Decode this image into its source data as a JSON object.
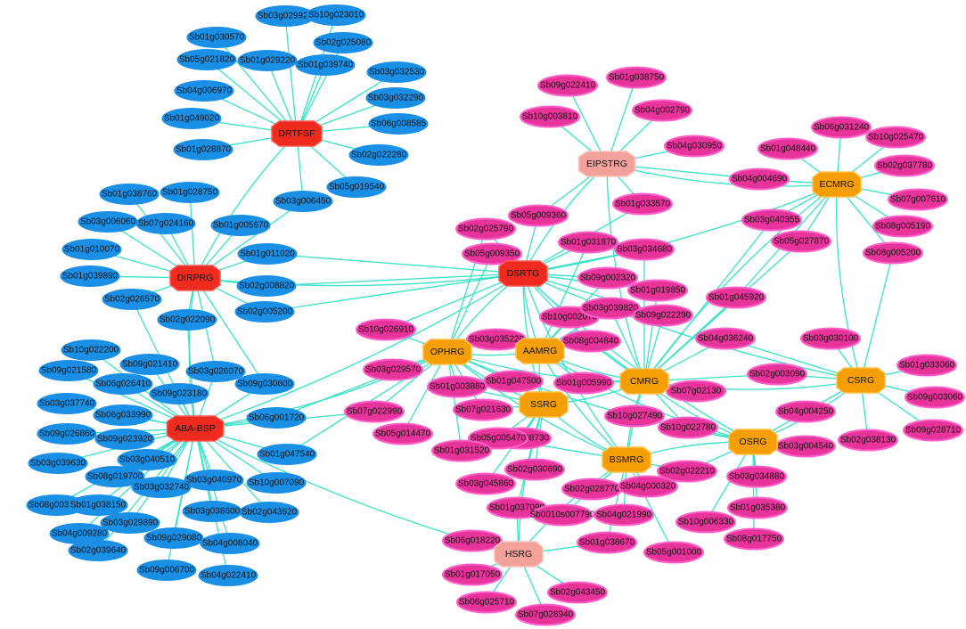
{
  "colors": {
    "edge": "#37e3c8",
    "blue_gene": "#1a8fe6",
    "pink_gene": "#e8349a",
    "red_hub": "#ef2b20",
    "orange_hub": "#f59e06",
    "salmon_hub": "#f4a19b"
  },
  "hubs": [
    {
      "id": "DRTFSF",
      "label": "DRTFSF",
      "color": "red"
    },
    {
      "id": "DIRPRG",
      "label": "DIRPRG",
      "color": "red"
    },
    {
      "id": "ABA-BSP",
      "label": "ABA-BSP",
      "color": "red"
    },
    {
      "id": "DSRTG",
      "label": "DSRTG",
      "color": "red"
    },
    {
      "id": "EIPSTRG",
      "label": "EIPSTRG",
      "color": "salmon"
    },
    {
      "id": "HSRG",
      "label": "HSRG",
      "color": "salmon"
    },
    {
      "id": "ECMRG",
      "label": "ECMRG",
      "color": "orange"
    },
    {
      "id": "OPHRG",
      "label": "OPHRG",
      "color": "orange"
    },
    {
      "id": "AAMRG",
      "label": "AAMRG",
      "color": "orange"
    },
    {
      "id": "CMRG",
      "label": "CMRG",
      "color": "orange"
    },
    {
      "id": "CSRG",
      "label": "CSRG",
      "color": "orange"
    },
    {
      "id": "SSRG",
      "label": "SSRG",
      "color": "orange"
    },
    {
      "id": "OSRG",
      "label": "OSRG",
      "color": "orange"
    },
    {
      "id": "BSMRG",
      "label": "BSMRG",
      "color": "orange"
    }
  ],
  "genes": [
    {
      "label": "Sb03g029920",
      "color": "blue",
      "hubs": [
        "DRTFSF"
      ]
    },
    {
      "label": "Sb10g023010",
      "color": "blue",
      "hubs": [
        "DRTFSF"
      ]
    },
    {
      "label": "Sb01g030570",
      "color": "blue",
      "hubs": [
        "DRTFSF"
      ]
    },
    {
      "label": "Sb02g025080",
      "color": "blue",
      "hubs": [
        "DRTFSF"
      ]
    },
    {
      "label": "Sb05g021820",
      "color": "blue",
      "hubs": [
        "DRTFSF"
      ]
    },
    {
      "label": "Sb01g029220",
      "color": "blue",
      "hubs": [
        "DRTFSF"
      ]
    },
    {
      "label": "Sb01g039740",
      "color": "blue",
      "hubs": [
        "DRTFSF"
      ]
    },
    {
      "label": "Sb03g032530",
      "color": "blue",
      "hubs": [
        "DRTFSF"
      ]
    },
    {
      "label": "Sb04g006970",
      "color": "blue",
      "hubs": [
        "DRTFSF"
      ]
    },
    {
      "label": "Sb03g032290",
      "color": "blue",
      "hubs": [
        "DRTFSF"
      ]
    },
    {
      "label": "Sb01g049020",
      "color": "blue",
      "hubs": [
        "DRTFSF"
      ]
    },
    {
      "label": "Sb06g008585",
      "color": "blue",
      "hubs": [
        "DRTFSF"
      ]
    },
    {
      "label": "Sb01g028870",
      "color": "blue",
      "hubs": [
        "DRTFSF"
      ]
    },
    {
      "label": "Sb02g022280",
      "color": "blue",
      "hubs": [
        "DRTFSF"
      ]
    },
    {
      "label": "Sb05g019540",
      "color": "blue",
      "hubs": [
        "DRTFSF"
      ]
    },
    {
      "label": "Sb03g006450",
      "color": "blue",
      "hubs": [
        "DRTFSF",
        "DIRPRG"
      ]
    },
    {
      "label": "Sb01g038760",
      "color": "blue",
      "hubs": [
        "DIRPRG"
      ]
    },
    {
      "label": "Sb01g028750",
      "color": "blue",
      "hubs": [
        "DIRPRG"
      ]
    },
    {
      "label": "Sb03g006060",
      "color": "blue",
      "hubs": [
        "DIRPRG"
      ]
    },
    {
      "label": "Sb07g024160",
      "color": "blue",
      "hubs": [
        "DIRPRG"
      ]
    },
    {
      "label": "Sb01g005670",
      "color": "blue",
      "hubs": [
        "DIRPRG"
      ]
    },
    {
      "label": "Sb01g010070",
      "color": "blue",
      "hubs": [
        "DIRPRG"
      ]
    },
    {
      "label": "Sb01g011020",
      "color": "blue",
      "hubs": [
        "DIRPRG",
        "DSRTG"
      ]
    },
    {
      "label": "Sb01g039890",
      "color": "blue",
      "hubs": [
        "DIRPRG"
      ]
    },
    {
      "label": "Sb02g008820",
      "color": "blue",
      "hubs": [
        "DIRPRG",
        "DSRTG"
      ]
    },
    {
      "label": "Sb02g026570",
      "color": "blue",
      "hubs": [
        "DIRPRG",
        "ABA-BSP"
      ]
    },
    {
      "label": "Sb02g005200",
      "color": "blue",
      "hubs": [
        "DIRPRG",
        "DSRTG"
      ]
    },
    {
      "label": "Sb02g022090",
      "color": "blue",
      "hubs": [
        "DIRPRG",
        "ABA-BSP"
      ]
    },
    {
      "label": "Sb10g022200",
      "color": "blue",
      "hubs": [
        "ABA-BSP"
      ]
    },
    {
      "label": "Sb09g021580",
      "color": "blue",
      "hubs": [
        "ABA-BSP"
      ]
    },
    {
      "label": "Sb09g021410",
      "color": "blue",
      "hubs": [
        "ABA-BSP"
      ]
    },
    {
      "label": "Sb03g026070",
      "color": "blue",
      "hubs": [
        "ABA-BSP",
        "DIRPRG"
      ]
    },
    {
      "label": "Sb06g026410",
      "color": "blue",
      "hubs": [
        "ABA-BSP"
      ]
    },
    {
      "label": "Sb09g023180",
      "color": "blue",
      "hubs": [
        "ABA-BSP"
      ]
    },
    {
      "label": "Sb09g030600",
      "color": "blue",
      "hubs": [
        "ABA-BSP",
        "DIRPRG"
      ]
    },
    {
      "label": "Sb03g037740",
      "color": "blue",
      "hubs": [
        "ABA-BSP"
      ]
    },
    {
      "label": "Sb06g033990",
      "color": "blue",
      "hubs": [
        "ABA-BSP"
      ]
    },
    {
      "label": "Sb06g001720",
      "color": "blue",
      "hubs": [
        "ABA-BSP",
        "OPHRG"
      ]
    },
    {
      "label": "Sb09g026860",
      "color": "blue",
      "hubs": [
        "ABA-BSP"
      ]
    },
    {
      "label": "Sb09g023920",
      "color": "blue",
      "hubs": [
        "ABA-BSP"
      ]
    },
    {
      "label": "Sb03g039630",
      "color": "blue",
      "hubs": [
        "ABA-BSP"
      ]
    },
    {
      "label": "Sb03g040510",
      "color": "blue",
      "hubs": [
        "ABA-BSP"
      ]
    },
    {
      "label": "Sb01g047540",
      "color": "blue",
      "hubs": [
        "ABA-BSP",
        "OPHRG"
      ]
    },
    {
      "label": "Sb08g019700",
      "color": "blue",
      "hubs": [
        "ABA-BSP"
      ]
    },
    {
      "label": "Sb03g040970",
      "color": "blue",
      "hubs": [
        "ABA-BSP"
      ]
    },
    {
      "label": "Sb10g007090",
      "color": "blue",
      "hubs": [
        "ABA-BSP"
      ]
    },
    {
      "label": "Sb03g032740",
      "color": "blue",
      "hubs": [
        "ABA-BSP"
      ]
    },
    {
      "label": "Sb08g003760",
      "color": "blue",
      "hubs": [
        "ABA-BSP"
      ]
    },
    {
      "label": "Sb01g038150",
      "color": "blue",
      "hubs": [
        "ABA-BSP"
      ]
    },
    {
      "label": "Sb03g038600",
      "color": "blue",
      "hubs": [
        "ABA-BSP"
      ]
    },
    {
      "label": "Sb02g043620",
      "color": "blue",
      "hubs": [
        "ABA-BSP"
      ]
    },
    {
      "label": "Sb03g029890",
      "color": "blue",
      "hubs": [
        "ABA-BSP"
      ]
    },
    {
      "label": "Sb04g009280",
      "color": "blue",
      "hubs": [
        "ABA-BSP"
      ]
    },
    {
      "label": "Sb09g029080",
      "color": "blue",
      "hubs": [
        "ABA-BSP"
      ]
    },
    {
      "label": "Sb04g008040",
      "color": "blue",
      "hubs": [
        "ABA-BSP"
      ]
    },
    {
      "label": "Sb02g039640",
      "color": "blue",
      "hubs": [
        "ABA-BSP"
      ]
    },
    {
      "label": "Sb09g006700",
      "color": "blue",
      "hubs": [
        "ABA-BSP"
      ]
    },
    {
      "label": "Sb04g022410",
      "color": "blue",
      "hubs": [
        "ABA-BSP"
      ]
    },
    {
      "label": "Sb01g038750",
      "color": "pink",
      "hubs": [
        "EIPSTRG"
      ]
    },
    {
      "label": "Sb09g022410",
      "color": "pink",
      "hubs": [
        "EIPSTRG"
      ]
    },
    {
      "label": "Sb04g002790",
      "color": "pink",
      "hubs": [
        "EIPSTRG"
      ]
    },
    {
      "label": "Sb10g003810",
      "color": "pink",
      "hubs": [
        "EIPSTRG"
      ]
    },
    {
      "label": "Sb04g030950",
      "color": "pink",
      "hubs": [
        "EIPSTRG"
      ]
    },
    {
      "label": "Sb01g033570",
      "color": "pink",
      "hubs": [
        "EIPSTRG",
        "DSRTG"
      ]
    },
    {
      "label": "Sb05g009360",
      "color": "pink",
      "hubs": [
        "EIPSTRG",
        "DSRTG"
      ]
    },
    {
      "label": "Sb06g031240",
      "color": "pink",
      "hubs": [
        "ECMRG"
      ]
    },
    {
      "label": "Sb01g048440",
      "color": "pink",
      "hubs": [
        "ECMRG"
      ]
    },
    {
      "label": "Sb10g025470",
      "color": "pink",
      "hubs": [
        "ECMRG"
      ]
    },
    {
      "label": "Sb02g037780",
      "color": "pink",
      "hubs": [
        "ECMRG"
      ]
    },
    {
      "label": "Sb04g004690",
      "color": "pink",
      "hubs": [
        "ECMRG",
        "EIPSTRG"
      ]
    },
    {
      "label": "Sb07g007610",
      "color": "pink",
      "hubs": [
        "ECMRG"
      ]
    },
    {
      "label": "Sb03g040355",
      "color": "pink",
      "hubs": [
        "ECMRG",
        "CMRG"
      ]
    },
    {
      "label": "Sb08g005190",
      "color": "pink",
      "hubs": [
        "ECMRG"
      ]
    },
    {
      "label": "Sb05g027870",
      "color": "pink",
      "hubs": [
        "ECMRG",
        "CMRG"
      ]
    },
    {
      "label": "Sb08g005200",
      "color": "pink",
      "hubs": [
        "ECMRG",
        "CSRG"
      ]
    },
    {
      "label": "Sb02g025790",
      "color": "pink",
      "hubs": [
        "DSRTG",
        "OPHRG"
      ]
    },
    {
      "label": "Sb01g031870",
      "color": "pink",
      "hubs": [
        "DSRTG",
        "AAMRG"
      ]
    },
    {
      "label": "Sb03g034680",
      "color": "pink",
      "hubs": [
        "DSRTG",
        "CMRG"
      ]
    },
    {
      "label": "Sb05g009350",
      "color": "pink",
      "hubs": [
        "DSRTG",
        "OPHRG"
      ]
    },
    {
      "label": "Sb09g002320",
      "color": "pink",
      "hubs": [
        "DSRTG",
        "AAMRG"
      ]
    },
    {
      "label": "Sb01g019850",
      "color": "pink",
      "hubs": [
        "DSRTG",
        "CMRG"
      ]
    },
    {
      "label": "Sb01g045920",
      "color": "pink",
      "hubs": [
        "CMRG",
        "ECMRG"
      ]
    },
    {
      "label": "Sb10g002070",
      "color": "pink",
      "hubs": [
        "DSRTG",
        "AAMRG"
      ]
    },
    {
      "label": "Sb03g039820",
      "color": "pink",
      "hubs": [
        "AAMRG",
        "CMRG"
      ]
    },
    {
      "label": "Sb09g022290",
      "color": "pink",
      "hubs": [
        "CMRG",
        "DSRTG"
      ]
    },
    {
      "label": "Sb10g026910",
      "color": "pink",
      "hubs": [
        "OPHRG",
        "DSRTG"
      ]
    },
    {
      "label": "Sb03g035220",
      "color": "pink",
      "hubs": [
        "OPHRG",
        "AAMRG"
      ]
    },
    {
      "label": "Sb08g004840",
      "color": "pink",
      "hubs": [
        "AAMRG",
        "CMRG"
      ]
    },
    {
      "label": "Sb04g036240",
      "color": "pink",
      "hubs": [
        "CMRG",
        "CSRG"
      ]
    },
    {
      "label": "Sb03g030100",
      "color": "pink",
      "hubs": [
        "CSRG"
      ]
    },
    {
      "label": "Sb01g033060",
      "color": "pink",
      "hubs": [
        "CSRG"
      ]
    },
    {
      "label": "Sb03g029570",
      "color": "pink",
      "hubs": [
        "OPHRG"
      ]
    },
    {
      "label": "Sb01g047500",
      "color": "pink",
      "hubs": [
        "OPHRG",
        "SSRG"
      ]
    },
    {
      "label": "Sb01g005990",
      "color": "pink",
      "hubs": [
        "AAMRG",
        "CMRG"
      ]
    },
    {
      "label": "Sb02g003090",
      "color": "pink",
      "hubs": [
        "CMRG",
        "CSRG"
      ]
    },
    {
      "label": "Sb09g003060",
      "color": "pink",
      "hubs": [
        "CSRG"
      ]
    },
    {
      "label": "Sb01g003880",
      "color": "pink",
      "hubs": [
        "OPHRG",
        "SSRG"
      ]
    },
    {
      "label": "Sb07g02130",
      "color": "pink",
      "hubs": [
        "CMRG"
      ]
    },
    {
      "label": "Sb07g022990",
      "color": "pink",
      "hubs": [
        "OPHRG",
        "ABA-BSP"
      ]
    },
    {
      "label": "Sb07g021630",
      "color": "pink",
      "hubs": [
        "SSRG",
        "OPHRG"
      ]
    },
    {
      "label": "Sb10g027490",
      "color": "pink",
      "hubs": [
        "CMRG",
        "BSMRG"
      ]
    },
    {
      "label": "Sb04g004250",
      "color": "pink",
      "hubs": [
        "CSRG",
        "OSRG"
      ]
    },
    {
      "label": "Sb09g028710",
      "color": "pink",
      "hubs": [
        "CSRG"
      ]
    },
    {
      "label": "Sb05g014470",
      "color": "pink",
      "hubs": [
        "OPHRG"
      ]
    },
    {
      "label": "Sb01g008730",
      "color": "pink",
      "hubs": [
        "SSRG"
      ]
    },
    {
      "label": "Sb10g022780",
      "color": "pink",
      "hubs": [
        "CMRG",
        "OSRG"
      ]
    },
    {
      "label": "Sb05g005470",
      "color": "pink",
      "hubs": [
        "SSRG",
        "BSMRG"
      ]
    },
    {
      "label": "Sb03g004540",
      "color": "pink",
      "hubs": [
        "OSRG"
      ]
    },
    {
      "label": "Sb02g038130",
      "color": "pink",
      "hubs": [
        "CSRG"
      ]
    },
    {
      "label": "Sb01g031520",
      "color": "pink",
      "hubs": [
        "OPHRG"
      ]
    },
    {
      "label": "Sb02g030690",
      "color": "pink",
      "hubs": [
        "SSRG"
      ]
    },
    {
      "label": "Sb02g022210",
      "color": "pink",
      "hubs": [
        "BSMRG",
        "OSRG"
      ]
    },
    {
      "label": "Sb03g034880",
      "color": "pink",
      "hubs": [
        "OSRG"
      ]
    },
    {
      "label": "Sb03g045860",
      "color": "pink",
      "hubs": [
        "SSRG"
      ]
    },
    {
      "label": "Sb02g028770",
      "color": "pink",
      "hubs": [
        "BSMRG"
      ]
    },
    {
      "label": "Sb04g000320",
      "color": "pink",
      "hubs": [
        "BSMRG"
      ]
    },
    {
      "label": "Sb01g037090",
      "color": "pink",
      "hubs": [
        "SSRG",
        "HSRG"
      ]
    },
    {
      "label": "Sb0010s007790",
      "color": "pink",
      "hubs": [
        "BSMRG"
      ]
    },
    {
      "label": "Sb04g021990",
      "color": "pink",
      "hubs": [
        "BSMRG"
      ]
    },
    {
      "label": "Sb10g006330",
      "color": "pink",
      "hubs": [
        "OSRG"
      ]
    },
    {
      "label": "Sb01g035380",
      "color": "pink",
      "hubs": [
        "OSRG"
      ]
    },
    {
      "label": "Sb06g018220",
      "color": "pink",
      "hubs": [
        "HSRG"
      ]
    },
    {
      "label": "Sb01g038670",
      "color": "pink",
      "hubs": [
        "BSMRG",
        "HSRG"
      ]
    },
    {
      "label": "Sb08g017750",
      "color": "pink",
      "hubs": [
        "OSRG"
      ]
    },
    {
      "label": "Sb05g001000",
      "color": "pink",
      "hubs": [
        "BSMRG"
      ]
    },
    {
      "label": "Sb01g017050",
      "color": "pink",
      "hubs": [
        "HSRG"
      ]
    },
    {
      "label": "Sb02g043450",
      "color": "pink",
      "hubs": [
        "HSRG"
      ]
    },
    {
      "label": "Sb06g025710",
      "color": "pink",
      "hubs": [
        "HSRG"
      ]
    },
    {
      "label": "Sb07g028940",
      "color": "pink",
      "hubs": [
        "HSRG"
      ]
    }
  ],
  "hub_links": [
    [
      "DRTFSF",
      "DIRPRG"
    ],
    [
      "DIRPRG",
      "ABA-BSP"
    ],
    [
      "DIRPRG",
      "DSRTG"
    ],
    [
      "ABA-BSP",
      "OPHRG"
    ],
    [
      "ABA-BSP",
      "HSRG"
    ],
    [
      "ABA-BSP",
      "DSRTG"
    ],
    [
      "DSRTG",
      "AAMRG"
    ],
    [
      "DSRTG",
      "CMRG"
    ],
    [
      "DSRTG",
      "OPHRG"
    ],
    [
      "DSRTG",
      "SSRG"
    ],
    [
      "DSRTG",
      "CSRG"
    ],
    [
      "DSRTG",
      "OSRG"
    ],
    [
      "DSRTG",
      "BSMRG"
    ],
    [
      "DSRTG",
      "ECMRG"
    ],
    [
      "EIPSTRG",
      "DSRTG"
    ],
    [
      "EIPSTRG",
      "ECMRG"
    ],
    [
      "EIPSTRG",
      "CMRG"
    ],
    [
      "ECMRG",
      "CSRG"
    ],
    [
      "ECMRG",
      "CMRG"
    ],
    [
      "OPHRG",
      "AAMRG"
    ],
    [
      "OPHRG",
      "SSRG"
    ],
    [
      "OPHRG",
      "CMRG"
    ],
    [
      "AAMRG",
      "CMRG"
    ],
    [
      "AAMRG",
      "SSRG"
    ],
    [
      "CMRG",
      "CSRG"
    ],
    [
      "CMRG",
      "OSRG"
    ],
    [
      "CMRG",
      "BSMRG"
    ],
    [
      "SSRG",
      "BSMRG"
    ],
    [
      "SSRG",
      "CMRG"
    ],
    [
      "OSRG",
      "BSMRG"
    ],
    [
      "OSRG",
      "CSRG"
    ],
    [
      "BSMRG",
      "HSRG"
    ],
    [
      "SSRG",
      "HSRG"
    ],
    [
      "OPHRG",
      "BSMRG"
    ],
    [
      "AAMRG",
      "OSRG"
    ],
    [
      "AAMRG",
      "BSMRG"
    ],
    [
      "OPHRG",
      "OSRG"
    ]
  ]
}
